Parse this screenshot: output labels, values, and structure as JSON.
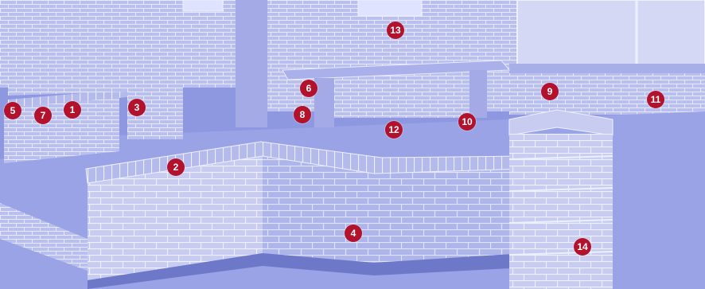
{
  "colors": {
    "background": "#8e98e0",
    "brick_face": "#c7ccf0",
    "mortar": "#eef0ff",
    "ground": "#9aa3e6",
    "shadow": "#6e78c8",
    "marker": "#b3122d"
  },
  "markers": [
    {
      "label": "1"
    },
    {
      "label": "2"
    },
    {
      "label": "3"
    },
    {
      "label": "4"
    },
    {
      "label": "5"
    },
    {
      "label": "6"
    },
    {
      "label": "7"
    },
    {
      "label": "8"
    },
    {
      "label": "9"
    },
    {
      "label": "10"
    },
    {
      "label": "11"
    },
    {
      "label": "12"
    },
    {
      "label": "13"
    },
    {
      "label": "14"
    }
  ]
}
